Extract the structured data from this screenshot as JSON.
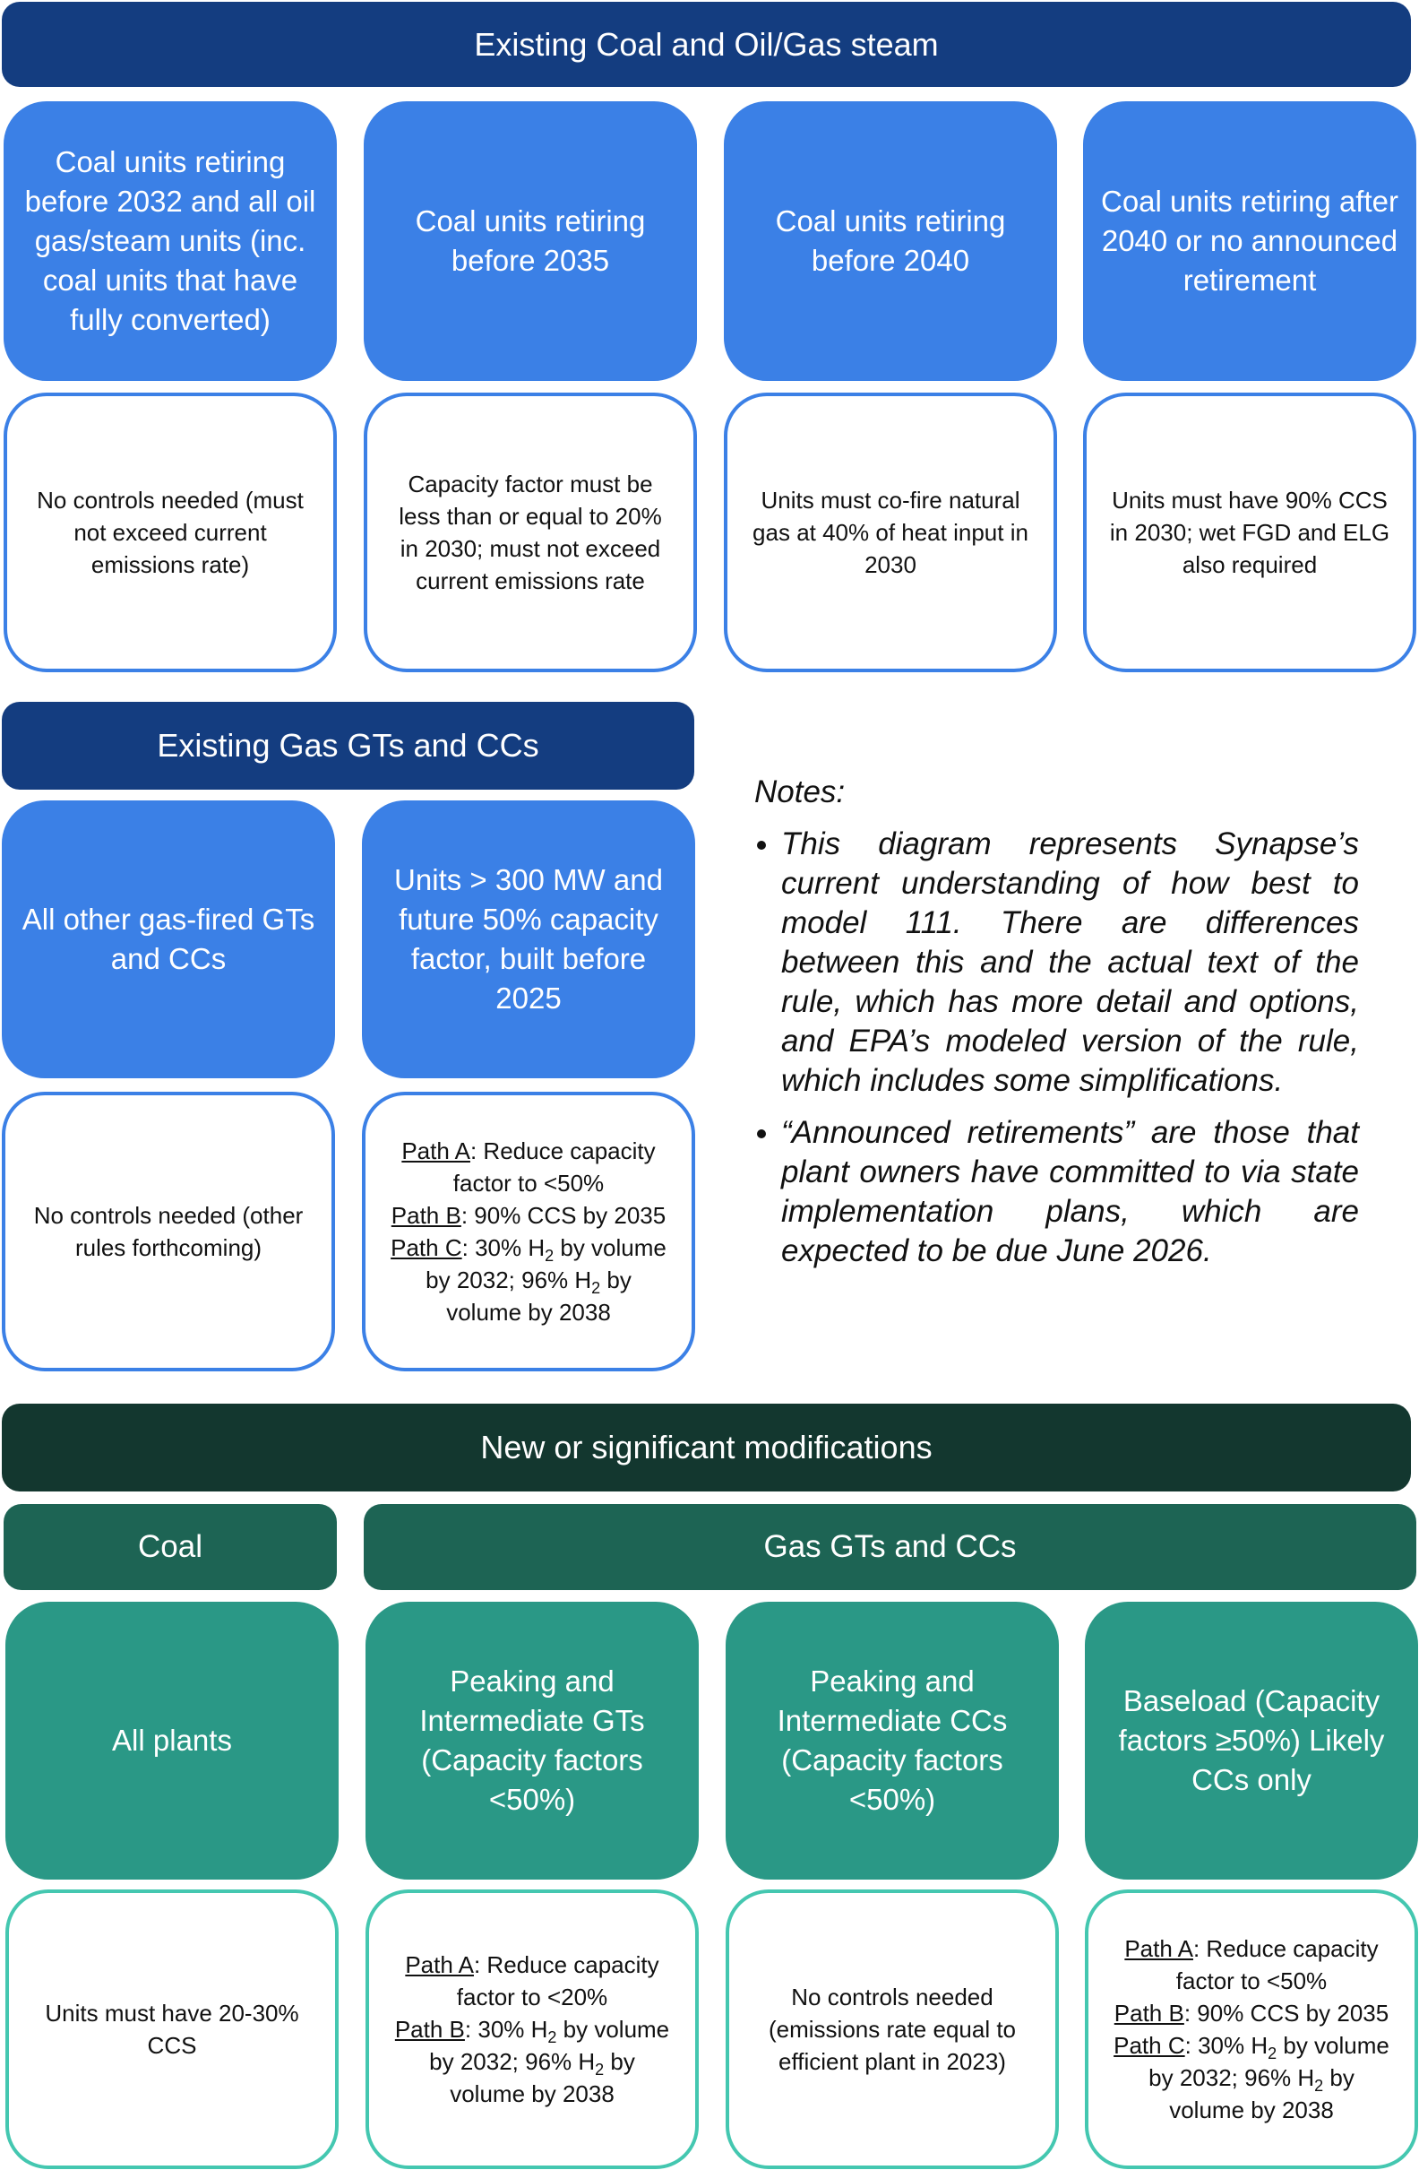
{
  "existing_coal": {
    "banner": "Existing Coal and Oil/Gas steam",
    "categories": [
      "Coal units retiring before 2032 and all oil gas/steam units (inc. coal units that have fully converted)",
      "Coal units retiring before 2035",
      "Coal units retiring before 2040",
      "Coal units retiring after 2040 or no announced retirement"
    ],
    "requirements": [
      "No controls needed (must not exceed current emissions rate)",
      "Capacity factor must be less than or equal to 20% in 2030; must not exceed current emissions rate",
      "Units must co-fire natural gas at 40% of heat input in 2030",
      "Units must have 90% CCS in 2030; wet FGD and ELG also required"
    ]
  },
  "existing_gas": {
    "banner": "Existing Gas GTs and CCs",
    "categories": [
      "All other gas-fired GTs and CCs",
      "Units > 300 MW and future 50% capacity factor, built before 2025"
    ],
    "requirements": {
      "other": "No controls needed (other rules forthcoming)",
      "large": {
        "path_a_label": "Path A",
        "path_a_text": ": Reduce capacity factor to <50%",
        "path_b_label": "Path B",
        "path_b_text": ": 90% CCS by 2035",
        "path_c_label": "Path C",
        "path_c_text_1": ": 30% H",
        "sub_1": "2",
        "path_c_text_2": " by volume by 2032; 96% H",
        "sub_2": "2",
        "path_c_text_3": " by volume by 2038"
      }
    }
  },
  "notes": {
    "title": "Notes:",
    "items": [
      "This diagram represents Synapse’s current understanding of how best to model 111. There are differences between this and the actual text of the rule, which has more detail and options, and EPA’s modeled version of the rule, which includes some simplifications.",
      "“Announced retirements” are those that plant owners have committed to via state implementation plans, which are expected to be due June 2026."
    ]
  },
  "new_mods": {
    "banner": "New or significant modifications",
    "coal_header": "Coal",
    "gas_header": "Gas GTs and CCs",
    "categories": [
      "All plants",
      "Peaking and Intermediate GTs (Capacity factors <50%)",
      "Peaking and Intermediate CCs (Capacity factors <50%)",
      "Baseload (Capacity factors ≥50%) Likely CCs only"
    ],
    "requirements": {
      "coal": "Units must have 20-30% CCS",
      "gts": {
        "path_a_label": "Path A",
        "path_a_text": ": Reduce capacity factor to <20%",
        "path_b_label": "Path B",
        "path_b_text_1": ": 30% H",
        "sub_1": "2",
        "path_b_text_2": " by volume by 2032; 96% H",
        "sub_2": "2",
        "path_b_text_3": " by volume by 2038"
      },
      "ccs": "No controls needed (emissions rate equal to efficient plant in 2023)",
      "baseload": {
        "path_a_label": "Path A",
        "path_a_text": ": Reduce capacity factor to <50%",
        "path_b_label": "Path B",
        "path_b_text": ": 90% CCS by 2035",
        "path_c_label": "Path C",
        "path_c_text_1": ": 30% H",
        "sub_1": "2",
        "path_c_text_2": " by volume by 2032; 96% H",
        "sub_2": "2",
        "path_c_text_3": " by volume by 2038"
      }
    }
  },
  "colors": {
    "banner_blue": "#143d80",
    "category_blue": "#3b80e6",
    "banner_dark_green": "#13372f",
    "banner_green": "#1d6454",
    "category_teal": "#2a9886",
    "outline_teal": "#44c7b0"
  }
}
